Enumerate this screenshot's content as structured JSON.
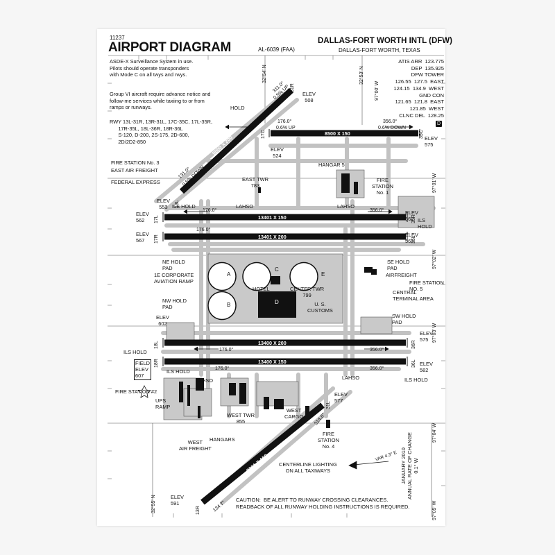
{
  "header": {
    "doc_number": "11237",
    "title": "AIRPORT DIAGRAM",
    "al_number": "AL-6039 (FAA)",
    "airport_name": "DALLAS-FORT WORTH INTL (DFW)",
    "airport_city": "DALLAS-FORT WORTH, TEXAS"
  },
  "notes": {
    "asde": "ASDE-X Surveillance System in use.\nPilots should operate transponders\nwith Mode C on all twys and rwys.",
    "group6": "Group VI aircraft require advance notice and\nfollow-me services while taxiing to or from\nramps or runways.",
    "runways": "RWY 13L-31R, 13R-31L, 17C-35C, 17L-35R,\n      17R-35L, 18L-36R, 18R-36L\n      S-120, D-200, 2S-175, 2D-600,\n      2D/2D2-850"
  },
  "frequencies": "ATIS ARR  123.775\nDEP  135.925\nDFW TOWER\n126.55  127.5  EAST\n124.15  134.9  WEST\nGND CON\n121.65  121.8  EAST\n121.85  WEST\nCLNC DEL  128.25",
  "frequency_badge": "D",
  "caution": "CAUTION:  BE ALERT TO RUNWAY CROSSING CLEARANCES.\nREADBACK OF ALL RUNWAY HOLDING INSTRUCTIONS IS REQUIRED.",
  "lat_labels": [
    "32°54' N",
    "32°53' N",
    "32°55' N"
  ],
  "lon_labels": [
    "97°00' W",
    "97°01' W",
    "97°02' W",
    "97°03' W",
    "97°04' W",
    "97°05' W"
  ],
  "runways": {
    "r31r": "9000 X 200",
    "r13l": "9301 X 150",
    "r35c": "8500 X 150",
    "r1": "13401 X 150",
    "r2": "13401 X 200",
    "r3": "13400 X 200",
    "r4": "13400 X 150",
    "ends": [
      "31R",
      "13L",
      "31L",
      "13R",
      "35R",
      "17L",
      "35C",
      "17C",
      "35L",
      "17R",
      "36R",
      "18L",
      "36L",
      "18R"
    ]
  },
  "headings": {
    "h311": "311.0°",
    "h131": "131.0°",
    "h176a": "176.0°",
    "h356a": "356.0°",
    "h176b": "176.0°",
    "h356b": "356.0°",
    "h176c": "176.0°",
    "h356c": "356.0°",
    "h176d": "176.0°",
    "h356d": "356.0°",
    "h314": "314.8°",
    "h134": "134.7°",
    "up05": "0.5% UP",
    "down05": "0.5% DOWN",
    "up06": "0.6% UP",
    "down06": "0.6% DOWN"
  },
  "labels": {
    "elev508": "ELEV\n508",
    "elev524": "ELEV\n524",
    "elev575a": "ELEV\n575",
    "elev553": "ELEV\n553",
    "elev562a": "ELEV\n562",
    "elev567": "ELEV\n567",
    "elev562b": "ELEV\n562",
    "elev563": "ELEV\n563",
    "elev602": "ELEV\n602",
    "elev575b": "ELEV\n575",
    "elev582": "ELEV\n582",
    "elev577": "ELEV\n577",
    "elev591": "ELEV\n591",
    "field_elev": "FIELD\nELEV\n607",
    "hold": "HOLD",
    "fire3": "FIRE STATION No. 3",
    "east_air_freight": "EAST AIR FREIGHT",
    "federal_express": "FEDERAL EXPRESS",
    "east_twr": "EAST TWR\n783",
    "hangar5": "HANGAR 5",
    "fire1": "FIRE\nSTATION\nNo. 1",
    "ils_hold_a": "ILS HOLD",
    "lahso_a": "LAHSO",
    "lahso_b": "LAHSO",
    "ils_hold_b": "ILS\nHOLD",
    "ne_hold": "NE HOLD\nPAD",
    "ie_corp": "1E CORPORATE\nAVIATION RAMP",
    "se_hold": "SE HOLD\nPAD",
    "airfreight": "AIRFREIGHT",
    "fire5": "FIRE STATION\nNO. 5",
    "central": "CENTRAL\nTERMINAL AREA",
    "hotel": "HOTEL",
    "center_twr": "CENTER TWR\n799",
    "customs": "U. S.\nCUSTOMS",
    "nw_hold": "NW HOLD\nPAD",
    "sw_hold": "SW HOLD\nPAD",
    "ils_hold_c": "ILS HOLD",
    "ils_hold_d": "ILS HOLD",
    "ils_hold_e": "ILS HOLD",
    "lahso_c": "LAHSO",
    "lahso_d": "LAHSO",
    "fire2": "FIRE STATION #2",
    "ups": "UPS\nRAMP",
    "west_twr": "WEST TWR\n855",
    "west_cargo": "WEST\nCARGO",
    "hangars": "HANGARS",
    "west_freight": "WEST\nAIR FREIGHT",
    "fire4": "FIRE\nSTATION\nNo. 4",
    "centerline": "CENTERLINE LIGHTING\nON ALL TAXIWAYS",
    "var": "VAR 4.3° E",
    "annual": "JANUARY 2010\nANNUAL RATE OF CHANGE\n0.1° W",
    "terminal_a": "A",
    "terminal_b": "B",
    "terminal_c": "C",
    "terminal_d": "D",
    "terminal_e": "E"
  },
  "colors": {
    "ink": "#111111",
    "taxiway": "#bdbdbd",
    "ramp": "#d3d3d3",
    "grid": "#444444"
  }
}
